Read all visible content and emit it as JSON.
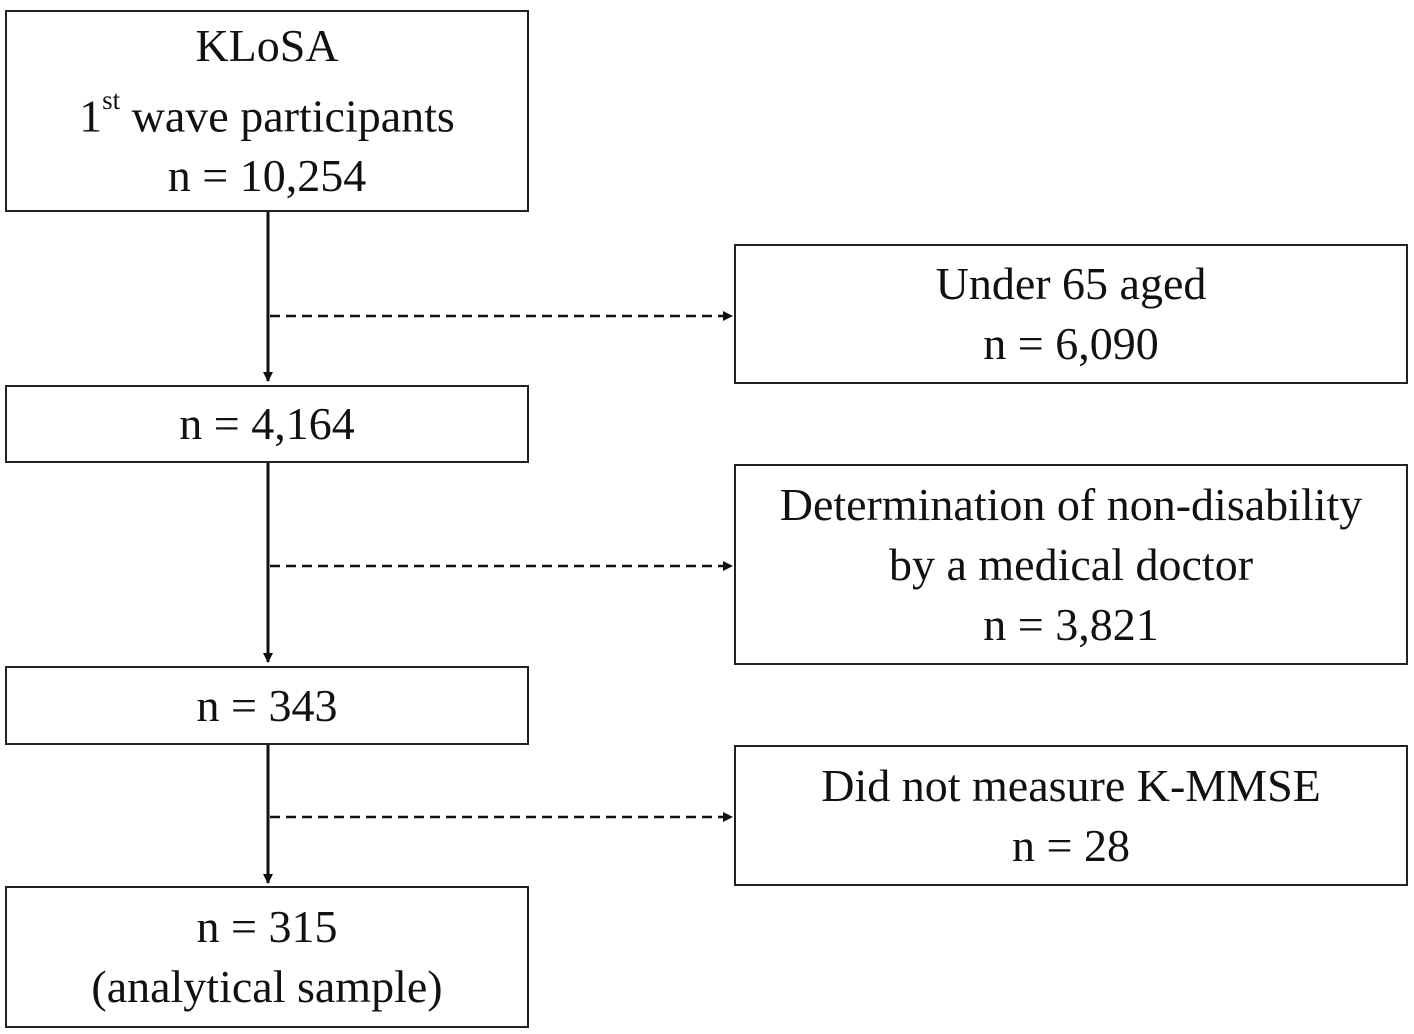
{
  "main_flow": {
    "start": {
      "line1": "KLoSA",
      "line2_number": "1",
      "line2_suffix": "st",
      "line2_text": " wave participants",
      "line3": "n = 10,254"
    },
    "step2": {
      "line1": "n = 4,164"
    },
    "step3": {
      "line1": "n = 343"
    },
    "final": {
      "line1": "n = 315",
      "line2": "(analytical sample)"
    }
  },
  "exclusions": [
    {
      "line1": "Under 65 aged",
      "line2": "n = 6,090"
    },
    {
      "line1": "Determination of non-disability",
      "line2": "by a medical doctor",
      "line3": "n = 3,821"
    },
    {
      "line1": "Did not measure K-MMSE",
      "line2": "n = 28"
    }
  ],
  "colors": {
    "border": "#222222",
    "line": "#111111",
    "background": "#ffffff"
  }
}
